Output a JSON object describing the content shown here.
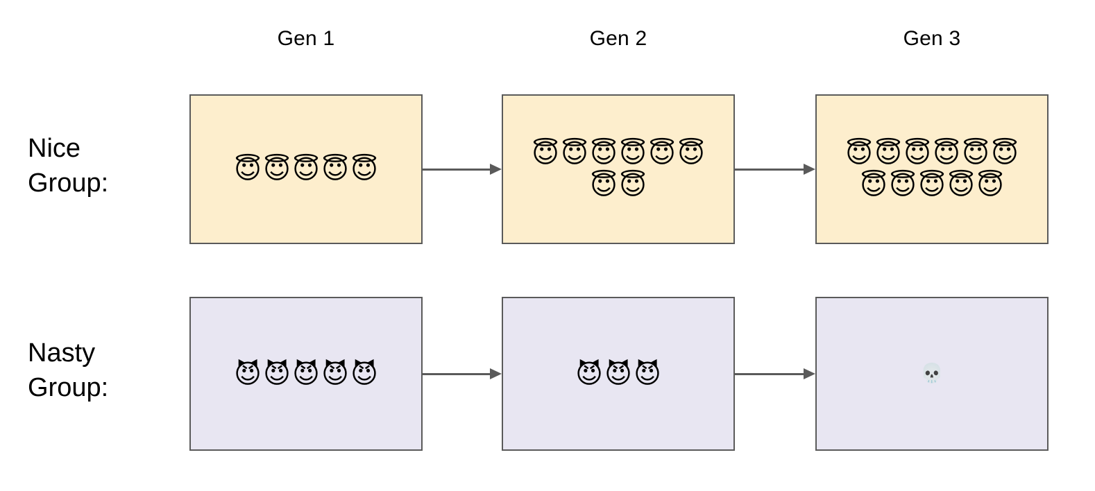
{
  "diagram": {
    "title_row_labels": [
      "Nice Group:",
      "Nasty Group:"
    ],
    "generations": [
      {
        "id": "gen1",
        "label": "Gen 1"
      },
      {
        "id": "gen2",
        "label": "Gen 2"
      },
      {
        "id": "gen3",
        "label": "Gen 3"
      }
    ],
    "rows": [
      {
        "id": "nice-group",
        "label_line1": "Nice",
        "label_line2": "Group:",
        "box_fill": "#fdeecd",
        "box_border": "#5a5a5a",
        "icon": "angel-face-emoji",
        "icon_glyph": "😇",
        "cells": [
          {
            "gen": "Gen 1",
            "count": 5,
            "rows": [
              5
            ]
          },
          {
            "gen": "Gen 2",
            "count": 8,
            "rows": [
              6,
              2
            ]
          },
          {
            "gen": "Gen 3",
            "count": 11,
            "rows": [
              6,
              5
            ]
          }
        ]
      },
      {
        "id": "nasty-group",
        "label_line1": "Nasty",
        "label_line2": "Group:",
        "box_fill": "#e8e6f2",
        "box_border": "#5a5a5a",
        "icon": "devil-face-emoji",
        "icon_glyph": "😈",
        "cells": [
          {
            "gen": "Gen 1",
            "count": 5,
            "rows": [
              5
            ]
          },
          {
            "gen": "Gen 2",
            "count": 3,
            "rows": [
              3
            ]
          },
          {
            "gen": "Gen 3",
            "count": 0,
            "rows": [],
            "extinct": true,
            "extinct_icon": "skull-emoji",
            "extinct_glyph": "💀"
          }
        ]
      }
    ],
    "arrows": {
      "icon": "arrow-right-icon",
      "color": "#5a5a5a",
      "count": 4
    }
  }
}
